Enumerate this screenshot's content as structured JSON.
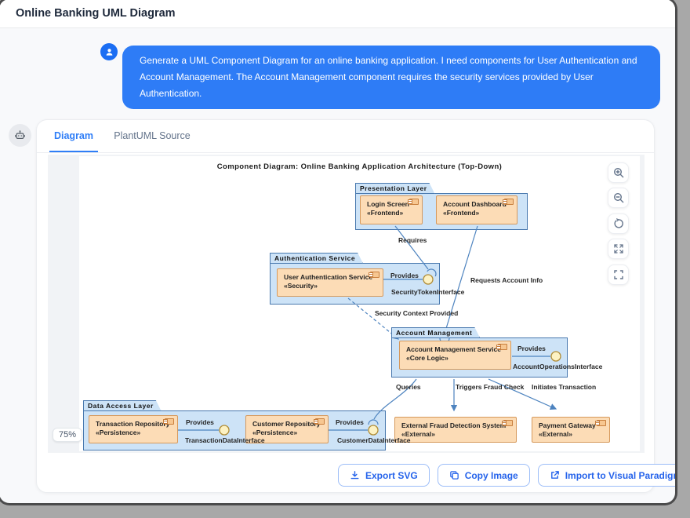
{
  "header": {
    "title": "Online Banking UML Diagram"
  },
  "chat": {
    "user_message": "Generate a UML Component Diagram for an online banking application. I need components for User Authentication and Account Management. The Account Management component requires the security services provided by User Authentication."
  },
  "tabs": {
    "diagram": "Diagram",
    "plantuml": "PlantUML Source"
  },
  "canvas": {
    "zoom_level": "75%"
  },
  "diagram": {
    "title": "Component Diagram: Online Banking Application Architecture (Top-Down)",
    "packages": {
      "presentation": "Presentation Layer",
      "auth": "Authentication Service",
      "account": "Account Management",
      "data": "Data Access Layer"
    },
    "components": {
      "login": {
        "name": "Login Screen",
        "stereotype": "«Frontend»"
      },
      "dashboard": {
        "name": "Account Dashboard",
        "stereotype": "«Frontend»"
      },
      "uas": {
        "name": "User Authentication Service",
        "stereotype": "«Security»"
      },
      "ams": {
        "name": "Account Management Service",
        "stereotype": "«Core Logic»"
      },
      "trans": {
        "name": "Transaction Repository",
        "stereotype": "«Persistence»"
      },
      "cust": {
        "name": "Customer Repository",
        "stereotype": "«Persistence»"
      },
      "fraud": {
        "name": "External Fraud Detection System",
        "stereotype": "«External»"
      },
      "gateway": {
        "name": "Payment Gateway",
        "stereotype": "«External»"
      }
    },
    "labels": {
      "provides": "Provides",
      "requires": "Requires",
      "requests": "Requests Account Info",
      "security_context": "Security Context Provided",
      "queries": "Queries",
      "triggers": "Triggers Fraud Check",
      "initiates": "Initiates Transaction"
    },
    "interfaces": {
      "security": "SecurityTokenInterface",
      "account_ops": "AccountOperationsInterface",
      "transaction": "TransactionDataInterface",
      "customer": "CustomerDataInterface"
    }
  },
  "actions": {
    "export_svg": "Export SVG",
    "copy_image": "Copy Image",
    "import_vp": "Import to Visual Paradigm"
  },
  "icons": {
    "user": "user-icon",
    "bot": "robot-icon",
    "zoom_in": "zoom-in-icon",
    "zoom_out": "zoom-out-icon",
    "reset": "reset-view-icon",
    "expand": "expand-icon",
    "fullscreen": "fullscreen-icon",
    "download": "download-icon",
    "copy": "copy-icon",
    "external_link": "external-link-icon"
  },
  "colors": {
    "accent": "#2f7ef7",
    "bubble": "#2e7cf6",
    "package_fill": "#cde3f7",
    "package_border": "#4878ae",
    "component_fill": "#fcdcb6",
    "component_border": "#d6995c",
    "interface_fill": "#fdf2c3",
    "interface_border": "#b08c36",
    "connector": "#4d83bf",
    "button_text": "#2563eb"
  }
}
